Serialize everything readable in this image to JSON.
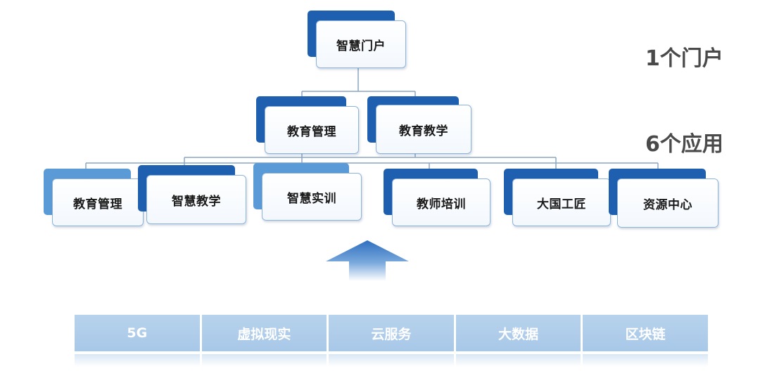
{
  "colors": {
    "dark_blue": "#1f5fb0",
    "light_blue": "#5a9ad6",
    "connector": "#8aa6c4",
    "arrow": "#2f6fc0",
    "tech_bar": "#a8c8e8"
  },
  "portal": {
    "label": "智慧门户"
  },
  "apps_level2": [
    {
      "label": "教育管理"
    },
    {
      "label": "教育教学"
    }
  ],
  "apps_level3": [
    {
      "label": "教育管理"
    },
    {
      "label": "智慧教学"
    },
    {
      "label": "智慧实训"
    },
    {
      "label": "教师培训"
    },
    {
      "label": "大国工匠"
    },
    {
      "label": "资源中心"
    }
  ],
  "side_labels": {
    "portal_count": "1个门户",
    "app_count": "6个应用"
  },
  "tech_bar": [
    "5G",
    "虚拟现实",
    "云服务",
    "大数据",
    "区块链"
  ]
}
